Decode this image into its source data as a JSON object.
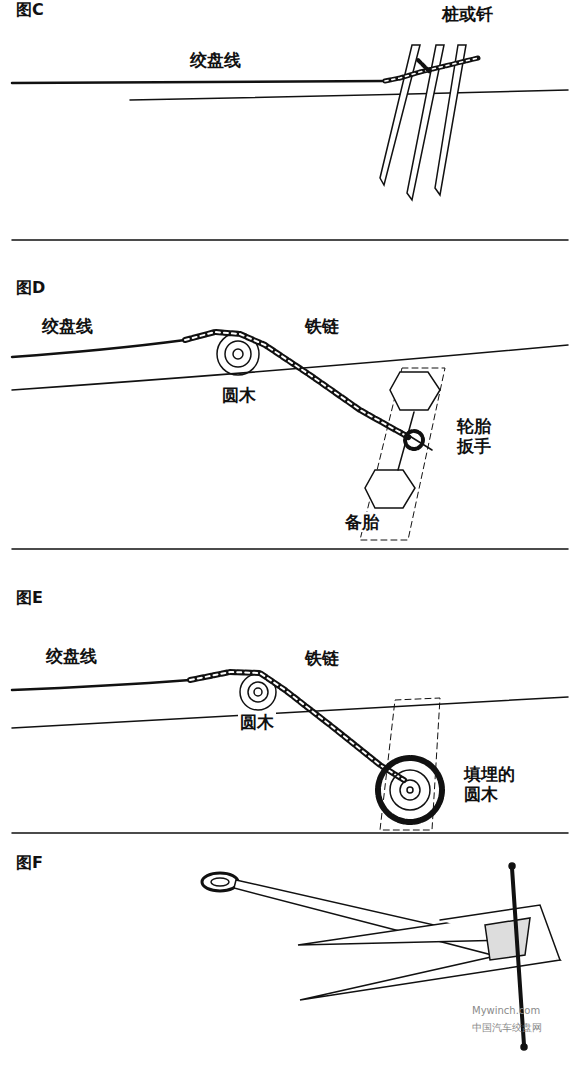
{
  "diagram": {
    "labels": [
      "图C",
      "桩或钎",
      "绞盘线",
      "图D",
      "绞盘线",
      "铁链",
      "圆木",
      "轮胎 扳手",
      "备胎",
      "图E",
      "绞盘线",
      "铁链",
      "圆木",
      "填埋的 圆木",
      "图F",
      "Mywinch.com",
      "中国汽车绞盘网"
    ]
  }
}
